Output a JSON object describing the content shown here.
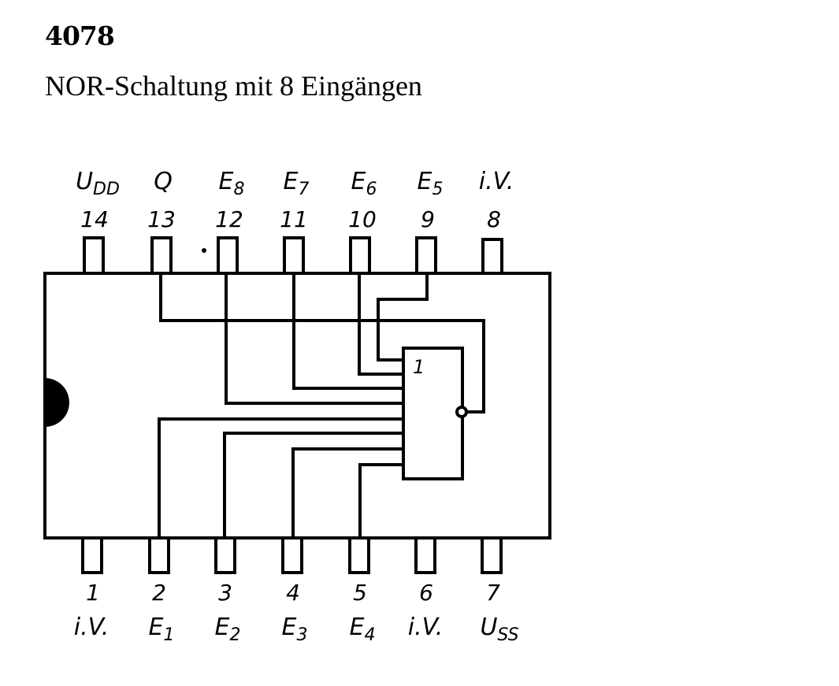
{
  "header": {
    "part_number": "4078",
    "description": "NOR-Schaltung mit 8 Eingängen"
  },
  "diagram": {
    "gate_symbol": "1",
    "top_pins": [
      {
        "number": "14",
        "label": "U",
        "sub": "DD"
      },
      {
        "number": "13",
        "label": "Q",
        "sub": ""
      },
      {
        "number": "12",
        "label": "E",
        "sub": "8"
      },
      {
        "number": "11",
        "label": "E",
        "sub": "7"
      },
      {
        "number": "10",
        "label": "E",
        "sub": "6"
      },
      {
        "number": "9",
        "label": "E",
        "sub": "5"
      },
      {
        "number": "8",
        "label": "i.V.",
        "sub": ""
      }
    ],
    "bottom_pins": [
      {
        "number": "1",
        "label": "i.V.",
        "sub": ""
      },
      {
        "number": "2",
        "label": "E",
        "sub": "1"
      },
      {
        "number": "3",
        "label": "E",
        "sub": "2"
      },
      {
        "number": "4",
        "label": "E",
        "sub": "3"
      },
      {
        "number": "5",
        "label": "E",
        "sub": "4"
      },
      {
        "number": "6",
        "label": "i.V.",
        "sub": ""
      },
      {
        "number": "7",
        "label": "U",
        "sub": "SS"
      }
    ]
  }
}
